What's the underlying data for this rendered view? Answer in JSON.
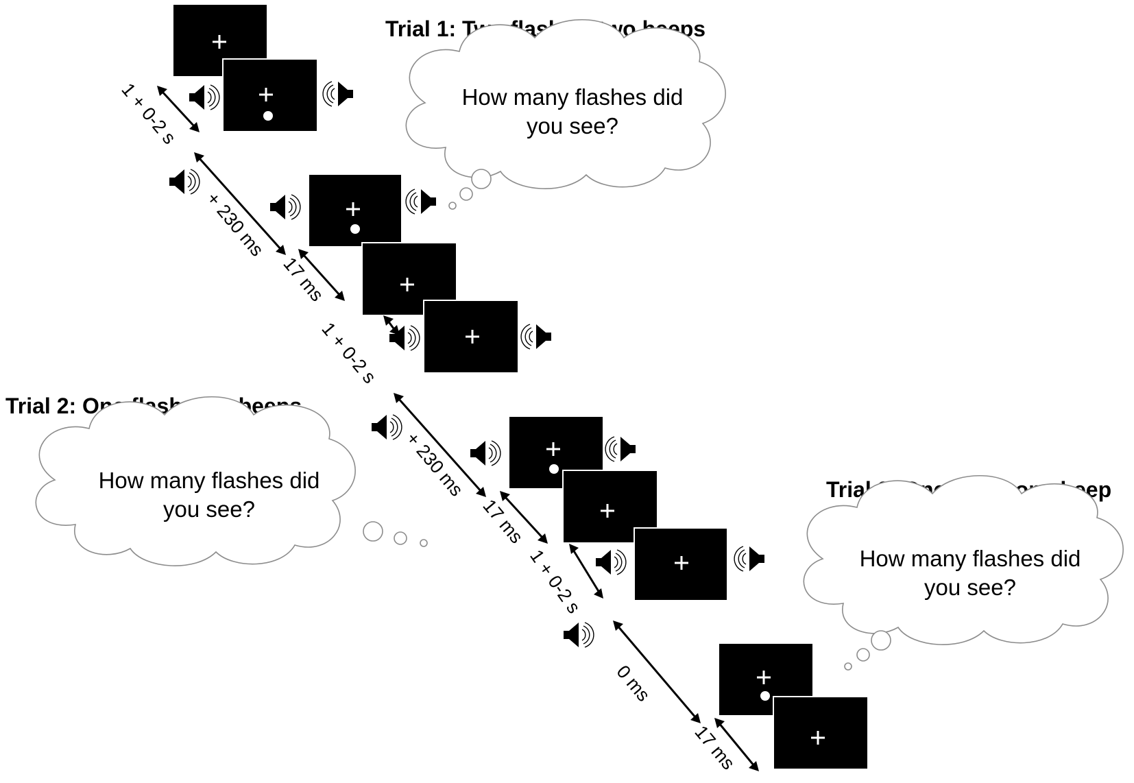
{
  "trials": [
    {
      "title": "Trial 1: Two flashes, two beeps",
      "question": [
        "How many flashes did",
        "you see?"
      ]
    },
    {
      "title": "Trial 2: One flash, two beeps",
      "question": [
        "How many flashes did",
        "you see?"
      ]
    },
    {
      "title": "Trial 3: One flash, one beep",
      "question": [
        "How many flashes did",
        "you see?"
      ]
    }
  ],
  "durations": {
    "t1_iti": "1 + 0-2 s",
    "t1_soa": "+ 230 ms",
    "t1_flash": "17 ms",
    "t2_iti": "1 + 0-2 s",
    "t2_soa": "+ 230 ms",
    "t2_flash": "17 ms",
    "t3_iti": "1 + 0-2 s",
    "t3_soa": "0 ms",
    "t3_flash": "17 ms"
  },
  "icons": {
    "speaker": "speaker-icon",
    "screen": "stimulus-screen",
    "fixation": "fixation-cross",
    "flash": "flash-dot"
  },
  "colors": {
    "screen": "#000000",
    "stimulus": "#ffffff",
    "cloud_outline": "#8c8c8c"
  }
}
